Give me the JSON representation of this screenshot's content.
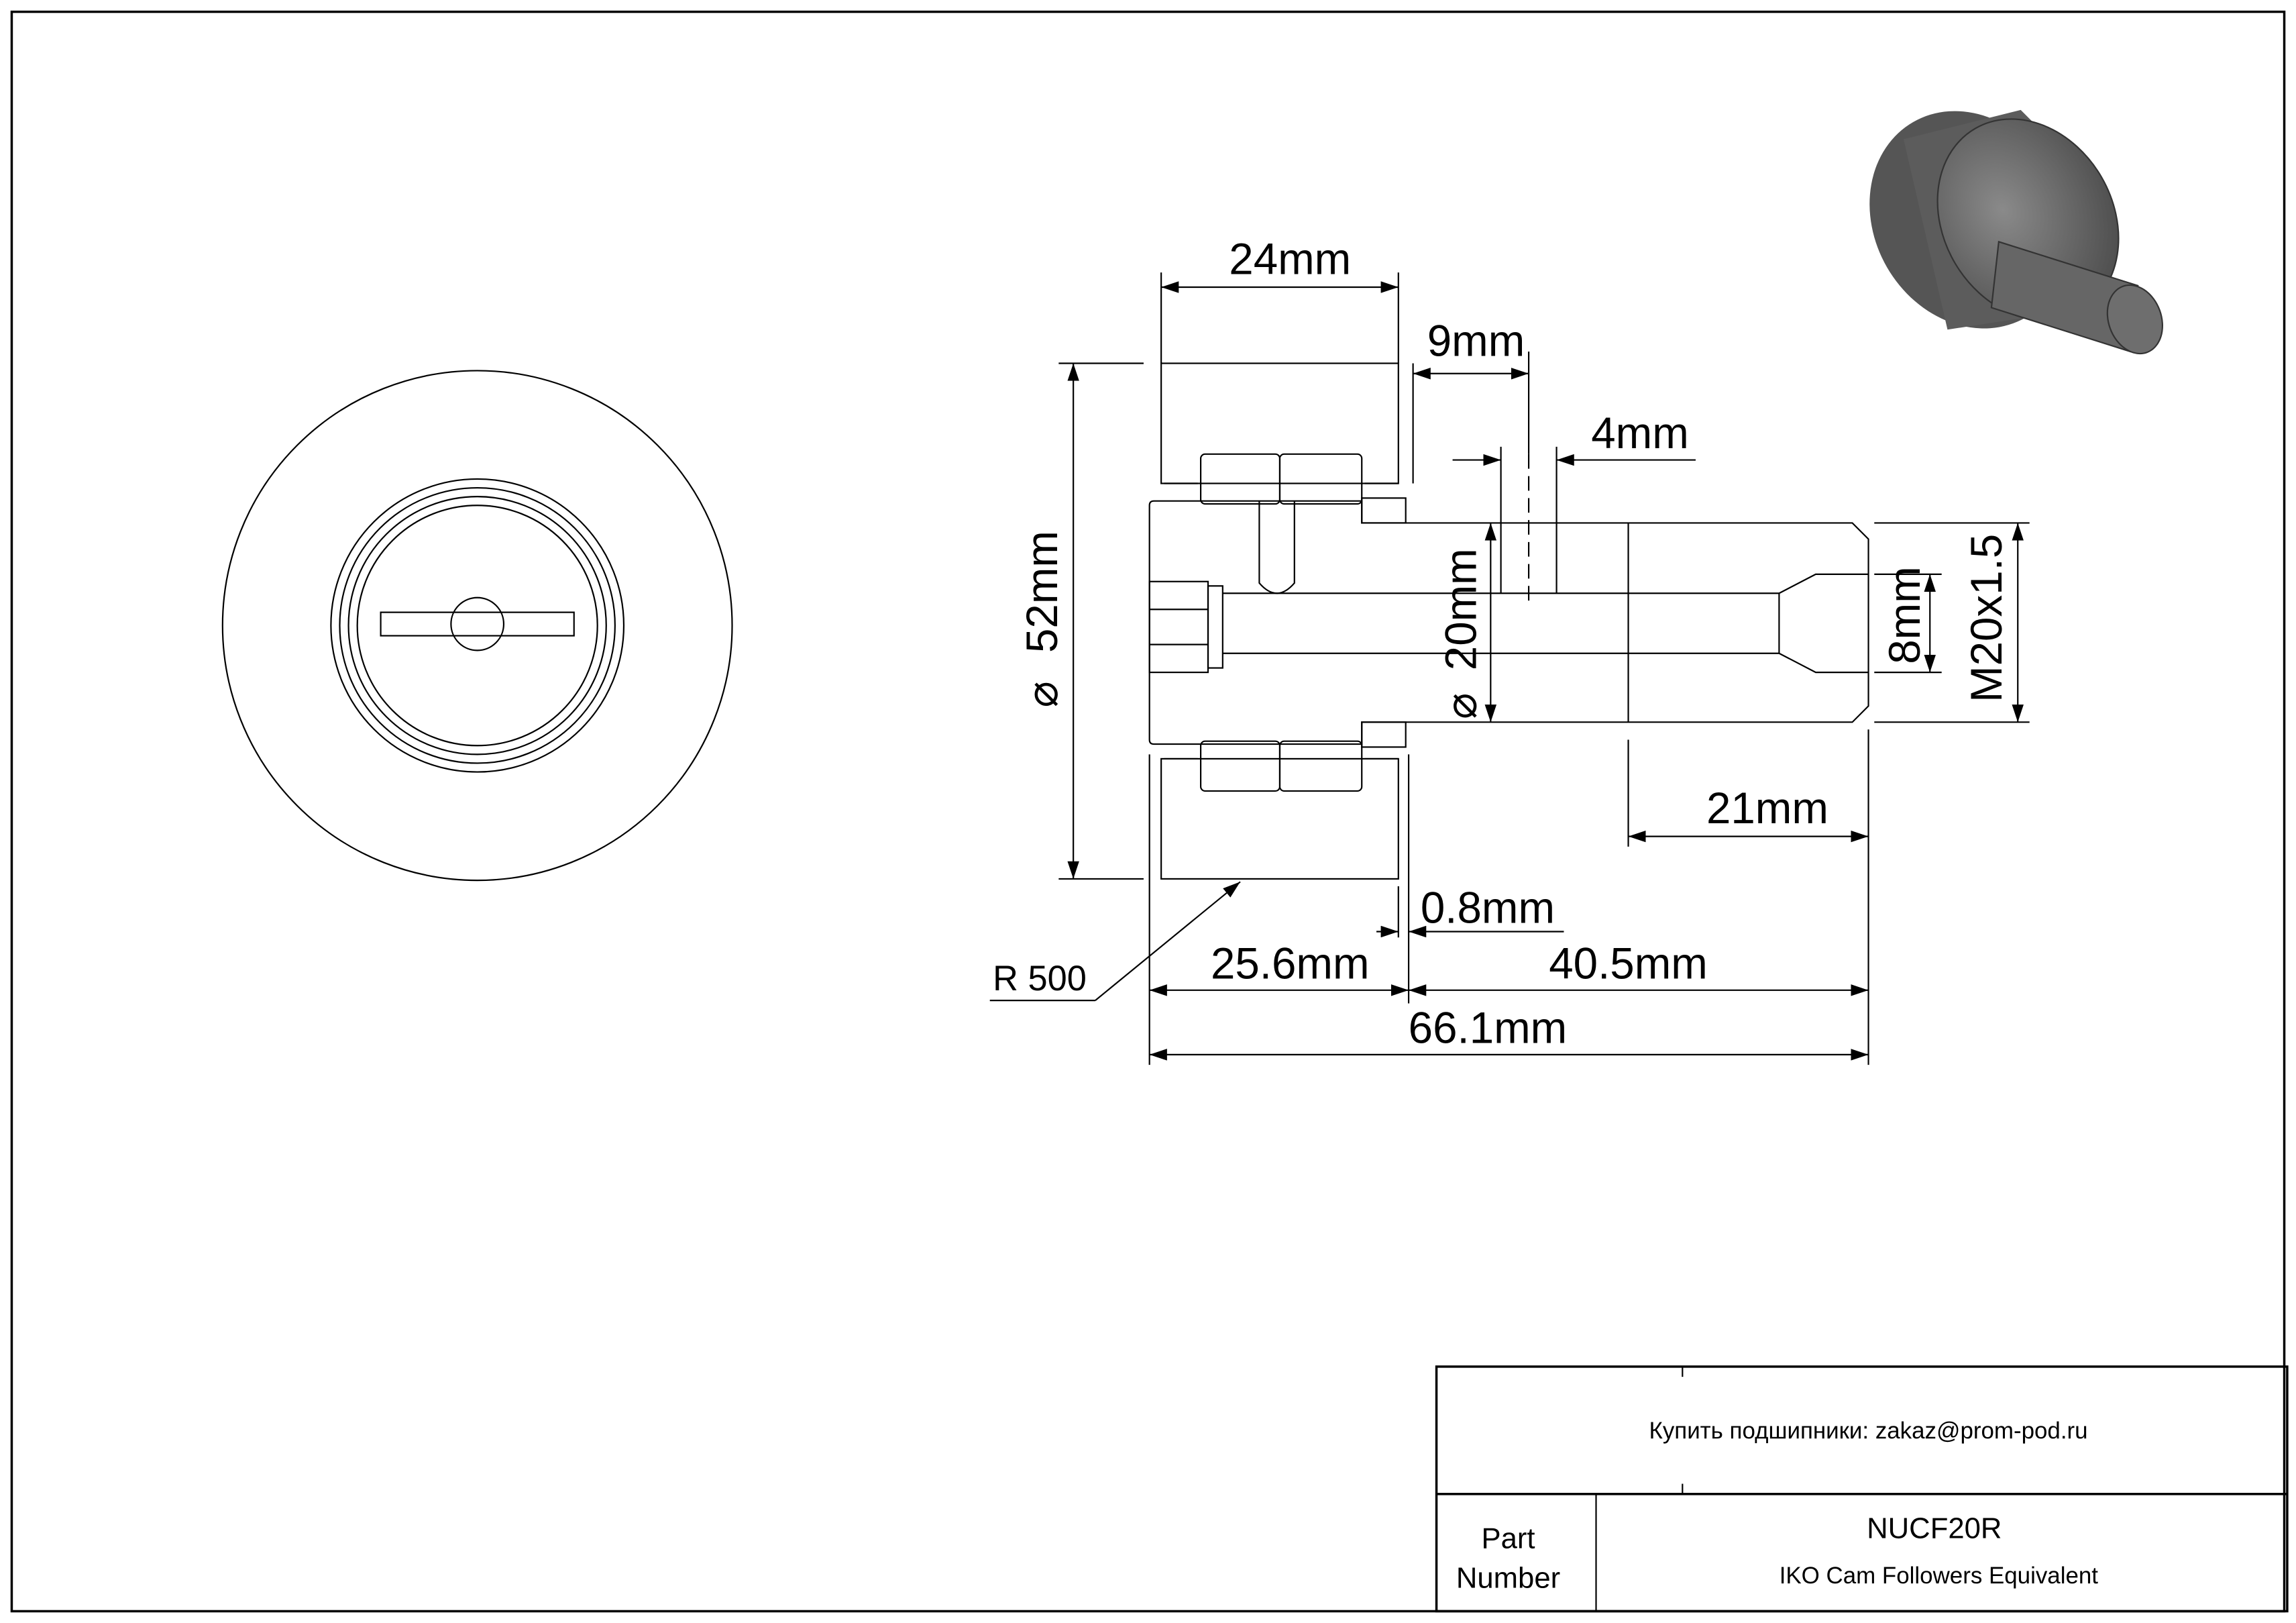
{
  "dimensions": {
    "width_24": "24mm",
    "offset_9": "9mm",
    "hole_4": "4mm",
    "outer_dia": "52mm",
    "stud_dia": "20mm",
    "hex_8": "8mm",
    "thread": "M20x1.5",
    "thread_len": "21mm",
    "gap": "0.8mm",
    "head_len": "25.6mm",
    "stud_len": "40.5mm",
    "total_len": "66.1mm",
    "crown_radius": "R 500",
    "diameter_symbol": "⌀"
  },
  "title_block": {
    "contact": "Купить подшипники: zakaz@prom-pod.ru",
    "part_label_1": "Part",
    "part_label_2": "Number",
    "part_number": "NUCF20R",
    "description": "IKO Cam Followers Equivalent"
  }
}
